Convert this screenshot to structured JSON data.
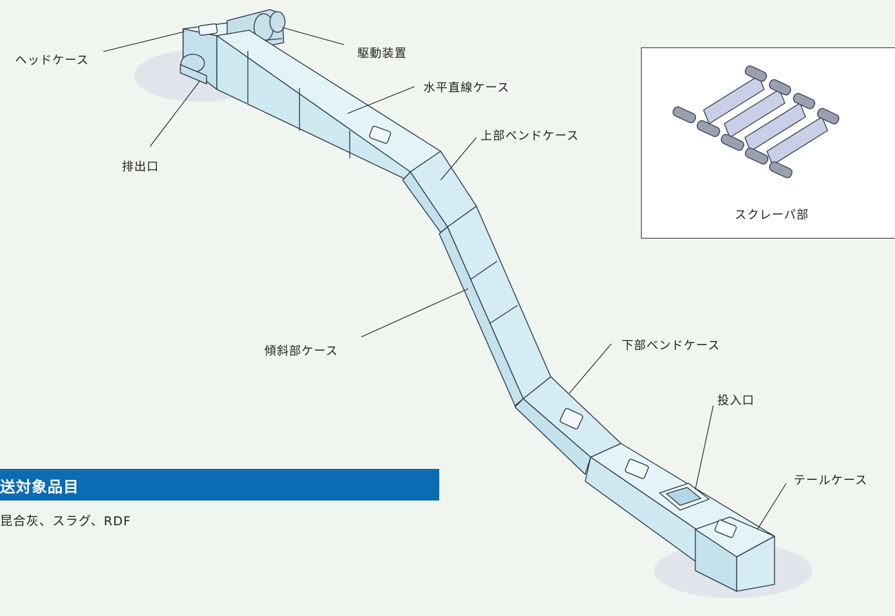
{
  "labels": {
    "head_case": "ヘッドケース",
    "drive_unit": "駆動装置",
    "horizontal_case": "水平直線ケース",
    "discharge_port": "排出口",
    "upper_bend_case": "上部ベンドケース",
    "inclined_case": "傾斜部ケース",
    "lower_bend_case": "下部ベンドケース",
    "inlet_port": "投入口",
    "tail_case": "テールケース",
    "scraper": "スクレーパ部"
  },
  "info": {
    "title": "送対象品目",
    "body": "昆合灰、スラグ、RDF"
  },
  "colors": {
    "case_fill": "#cfe9f2",
    "case_fill_dark": "#b3d7e6",
    "outline": "#2a3a44",
    "band": "#0b6bb3",
    "scraper_plate": "#c9cfe6",
    "chain": "#9aa0b0"
  }
}
